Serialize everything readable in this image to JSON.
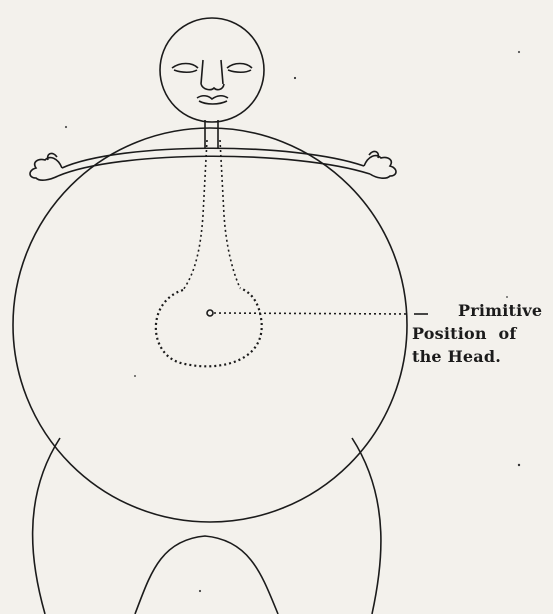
{
  "label": {
    "line1": "Primitive",
    "line2": "Position of",
    "line3": "the Head."
  },
  "colors": {
    "paper": "#f3f1ec",
    "ink": "#1b1b1b"
  }
}
